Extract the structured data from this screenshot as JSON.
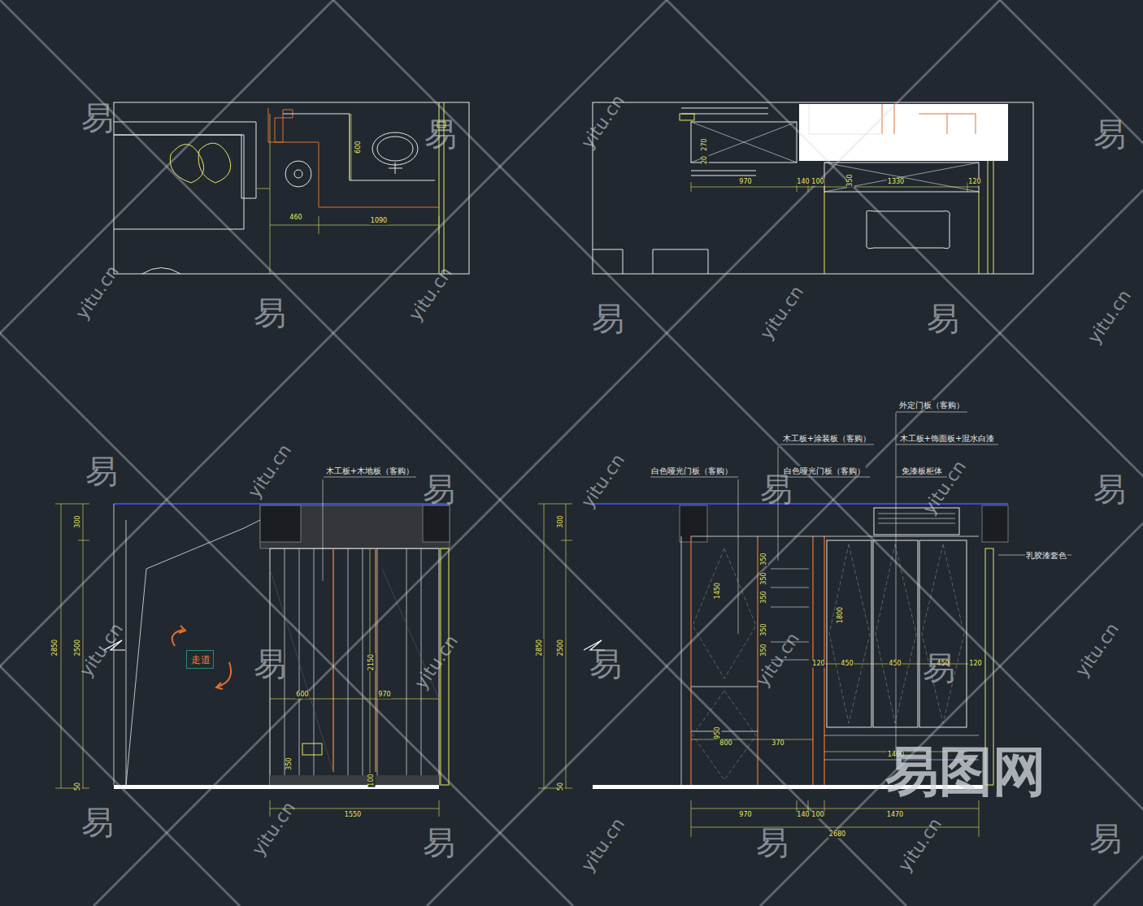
{
  "diagram": {
    "nodes": [
      {
        "text": [
          "走道"
        ]
      }
    ],
    "labels": [
      "600",
      "460",
      "1090",
      "270",
      "20",
      "970",
      "140",
      "100",
      "350",
      "1330",
      "120",
      "木工板+木地板（客购）",
      "2850",
      "2500",
      "300",
      "50",
      "2150",
      "600",
      "970",
      "350",
      "100",
      "1550",
      "外定门板（客购）",
      "木工板+涂装板（客购）",
      "木工板+饰面板+混水白漆",
      "白色哑光门板（客购）",
      "白色哑光门板（客购）",
      "免漆板柜体",
      "乳胶漆套色",
      "2850",
      "2500",
      "300",
      "50",
      "1450",
      "950",
      "800",
      "370",
      "350",
      "350",
      "350",
      "350",
      "350",
      "1800",
      "120",
      "450",
      "450",
      "450",
      "120",
      "1460",
      "970",
      "140",
      "100",
      "1470",
      "2680",
      "易",
      "易",
      "易",
      "易",
      "易",
      "易",
      "易",
      "易",
      "易",
      "易",
      "易",
      "易",
      "易",
      "易",
      "易",
      "易",
      "易",
      "yitu.cn",
      "yitu.cn",
      "yitu.cn",
      "yitu.cn",
      "yitu.cn",
      "yitu.cn",
      "yitu.cn",
      "yitu.cn",
      "yitu.cn",
      "yitu.cn",
      "yitu.cn",
      "yitu.cn",
      "yitu.cn",
      "yitu.cn",
      "yitu.cn",
      "易图网"
    ]
  }
}
